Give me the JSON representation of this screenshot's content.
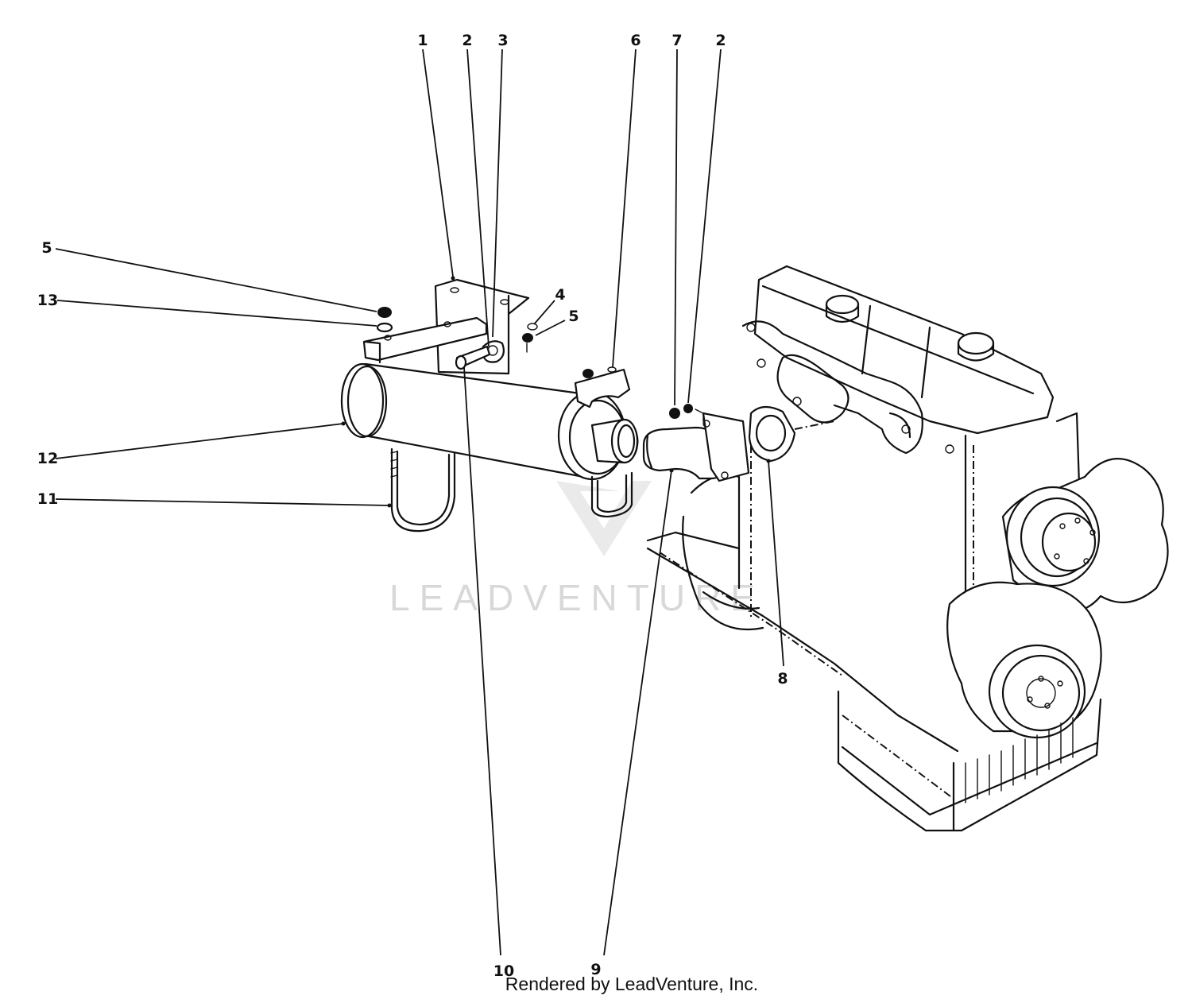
{
  "callouts": {
    "c1": "1",
    "c2a": "2",
    "c3": "3",
    "c6": "6",
    "c7": "7",
    "c2b": "2",
    "c5a": "5",
    "c13": "13",
    "c4": "4",
    "c5b": "5",
    "c12": "12",
    "c11": "11",
    "c8": "8",
    "c10": "10",
    "c9": "9"
  },
  "watermark": {
    "text": "LEADVENTURE"
  },
  "footer": {
    "credit": "Rendered by LeadVenture, Inc."
  },
  "colors": {
    "line": "#111111",
    "watermark": "#d8d8d8",
    "background": "#ffffff"
  }
}
